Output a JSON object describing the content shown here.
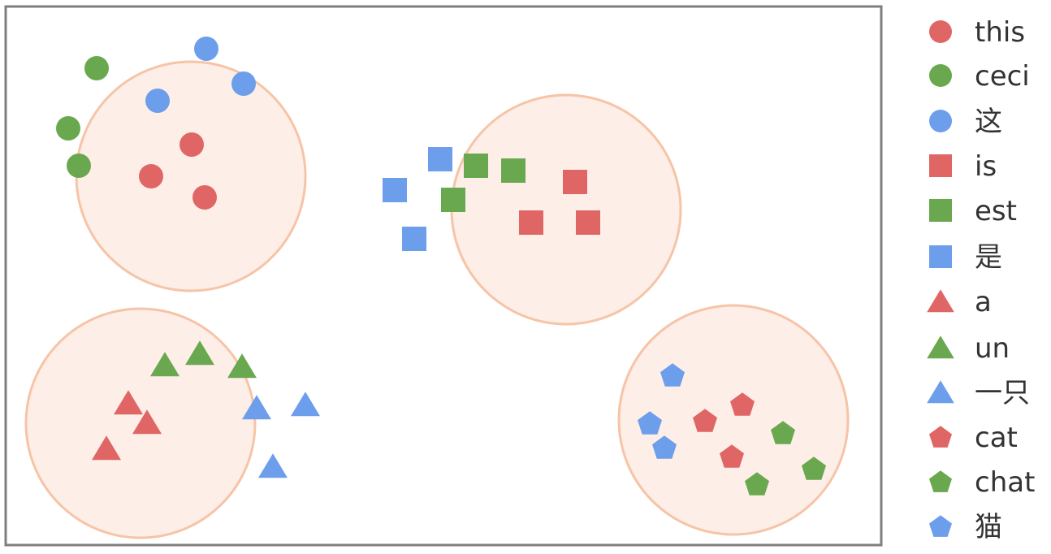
{
  "colors": {
    "red": "#e06666",
    "green": "#6aa84f",
    "blue": "#6d9eeb",
    "cluster_fill": "#fdeee8",
    "cluster_stroke": "#f6c4a7",
    "frame": "#7f7f7f"
  },
  "legend": [
    {
      "label": "this",
      "shape": "circle",
      "color": "red"
    },
    {
      "label": "ceci",
      "shape": "circle",
      "color": "green"
    },
    {
      "label": "这",
      "shape": "circle",
      "color": "blue"
    },
    {
      "label": "is",
      "shape": "square",
      "color": "red"
    },
    {
      "label": "est",
      "shape": "square",
      "color": "green"
    },
    {
      "label": "是",
      "shape": "square",
      "color": "blue"
    },
    {
      "label": "a",
      "shape": "triangle",
      "color": "red"
    },
    {
      "label": "un",
      "shape": "triangle",
      "color": "green"
    },
    {
      "label": "一只",
      "shape": "triangle",
      "color": "blue"
    },
    {
      "label": "cat",
      "shape": "pentagon",
      "color": "red"
    },
    {
      "label": "chat",
      "shape": "pentagon",
      "color": "green"
    },
    {
      "label": "猫",
      "shape": "pentagon",
      "color": "blue"
    }
  ]
}
